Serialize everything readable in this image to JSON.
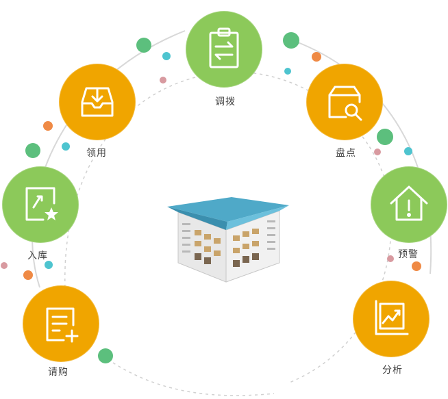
{
  "colors": {
    "green": "#8cc95a",
    "orange": "#f0a500",
    "icon_stroke": "#ffffff",
    "dot_green": "#5cbf7d",
    "dot_teal": "#4ec4cf",
    "dot_orange": "#ef8a45",
    "dot_pink": "#d89aa0",
    "arc_line": "#d8d8d8",
    "roof": "#4fa9c8"
  },
  "center": {
    "icon": "warehouse-building"
  },
  "nodes": [
    {
      "id": "transfer",
      "label": "调拨",
      "color": "green",
      "icon": "clipboard-transfer-icon"
    },
    {
      "id": "receive",
      "label": "领用",
      "color": "orange",
      "icon": "inbox-tray-icon"
    },
    {
      "id": "stocktake",
      "label": "盘点",
      "color": "orange",
      "icon": "box-search-icon"
    },
    {
      "id": "inbound",
      "label": "入库",
      "color": "green",
      "icon": "inbound-star-icon"
    },
    {
      "id": "warning",
      "label": "预警",
      "color": "green",
      "icon": "house-alert-icon"
    },
    {
      "id": "request",
      "label": "请购",
      "color": "orange",
      "icon": "list-add-icon"
    },
    {
      "id": "analysis",
      "label": "分析",
      "color": "orange",
      "icon": "trend-chart-icon"
    }
  ]
}
